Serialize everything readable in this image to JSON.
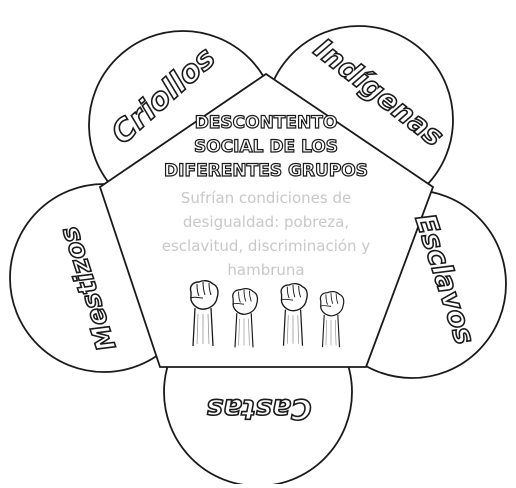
{
  "title": {
    "line1": "DESCONTENTO",
    "line2": "SOCIAL DE LOS",
    "line3": "DIFERENTES GRUPOS"
  },
  "description": {
    "line1": "Sufrían condiciones de",
    "line2": "desigualdad: pobreza,",
    "line3": "esclavitud, discriminación y",
    "line4": "hambruna"
  },
  "petals": {
    "top_left": "Criollos",
    "top_right": "Indígenas",
    "right": "Esclavos",
    "bottom": "Castas",
    "left": "Mestizos"
  },
  "colors": {
    "outline": "#1a1a1a",
    "description_text": "#c8c8c8",
    "title_fill": "#ffffff"
  },
  "illustration_icon": "raised-fists-icon"
}
